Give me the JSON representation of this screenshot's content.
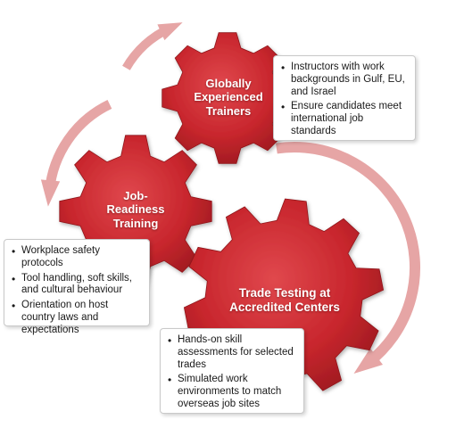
{
  "colors": {
    "gear": "#c8262d",
    "gear_dark": "#8f151a",
    "gear_light": "#ea5a5e",
    "arrow": "#e6a5a5"
  },
  "gears": [
    {
      "id": "trainers",
      "title_lines": [
        "Globally",
        "Experienced",
        "Trainers"
      ],
      "bullets": [
        "Instructors with work backgrounds in Gulf, EU, and Israel",
        "Ensure candidates meet international job standards"
      ]
    },
    {
      "id": "job_readiness",
      "title_lines": [
        "Job-",
        "Readiness",
        "Training"
      ],
      "bullets": [
        "Workplace safety protocols",
        "Tool handling, soft skills, and cultural behaviour",
        "Orientation on host country laws and expectations"
      ]
    },
    {
      "id": "trade_testing",
      "title_lines": [
        "Trade Testing at",
        "Accredited Centers"
      ],
      "bullets": [
        "Hands-on skill assessments for selected trades",
        "Simulated work environments to match overseas job sites"
      ]
    }
  ]
}
